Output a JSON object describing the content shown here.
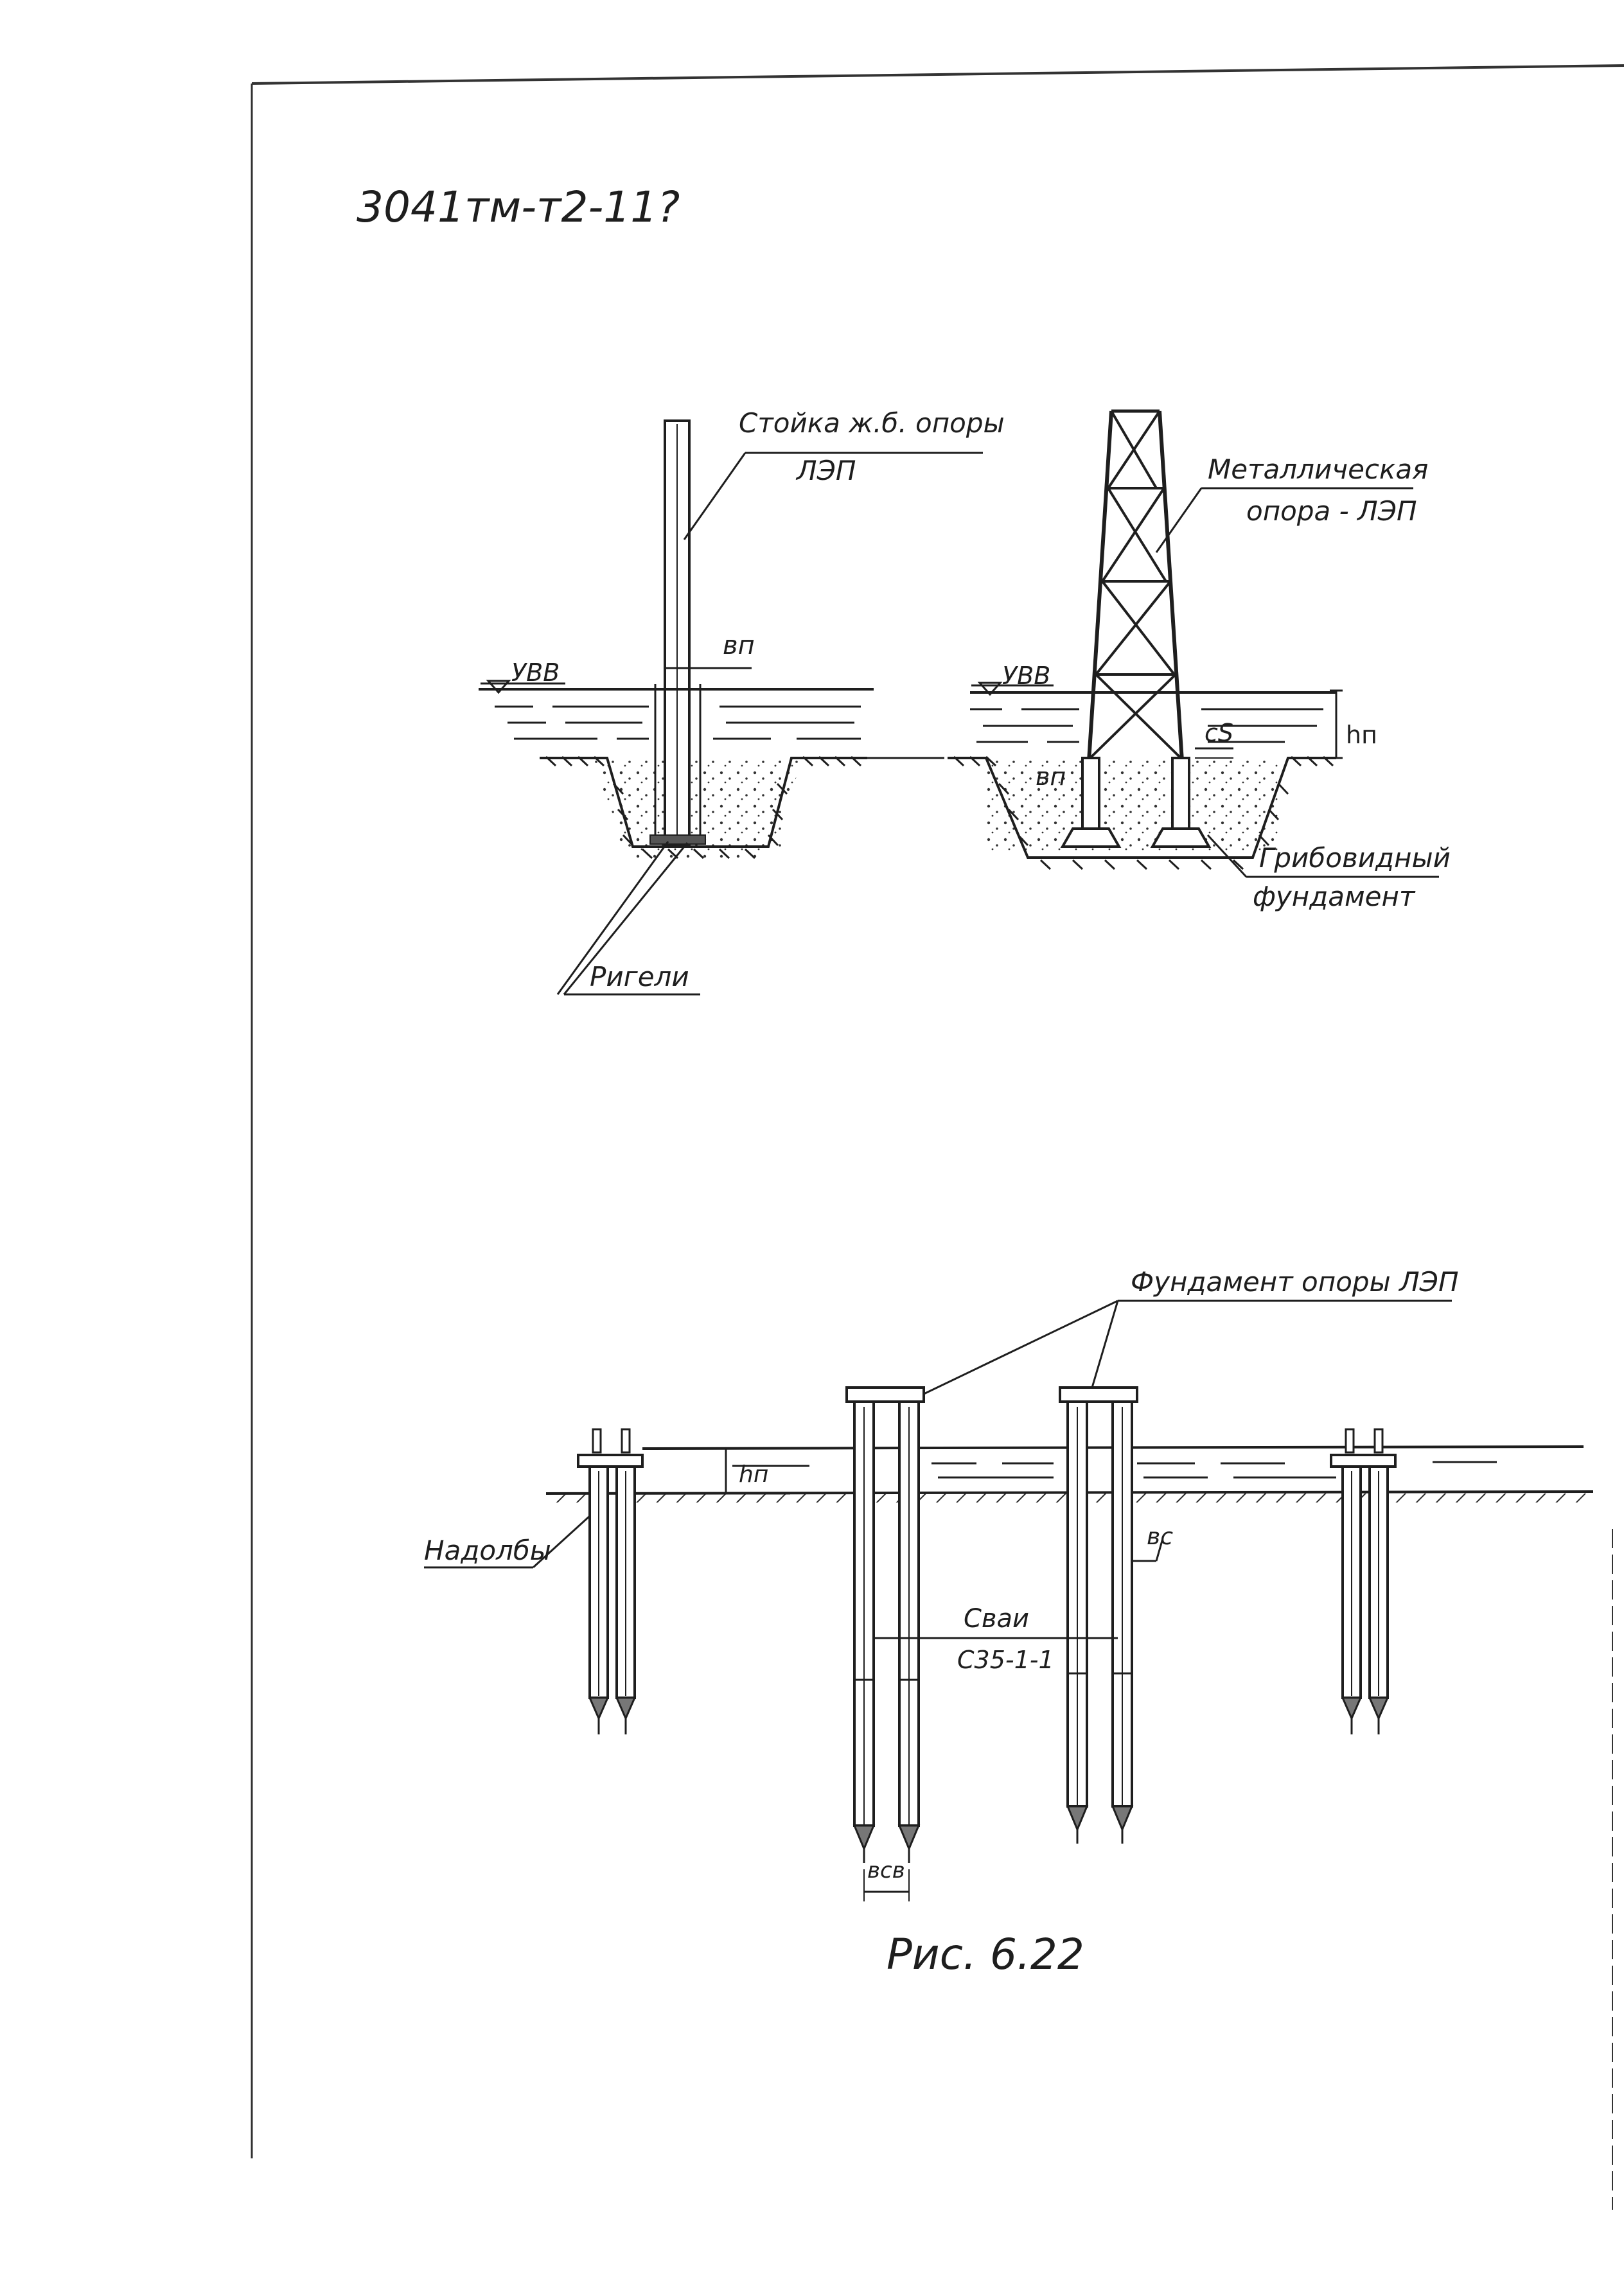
{
  "sheet": {
    "code": "3041тм-т2-11?",
    "figure_caption": "Рис. 6.22"
  },
  "upper": {
    "pole_label_line1": "Стойка ж.б. опоры",
    "pole_label_line2": "ЛЭП",
    "metal_label_line1": "Металлическая",
    "metal_label_line2": "опора - ЛЭП",
    "water_level_left": "УВВ",
    "water_level_right": "УВВ",
    "dim_width_left": "вп",
    "dim_width_right": "вп",
    "dim_height": "hп",
    "dim_clearance": "cS",
    "crossbars_label": "Ригели",
    "foundation_label_line1": "Грибовидный",
    "foundation_label_line2": "фундамент"
  },
  "lower": {
    "foundation_label": "Фундамент опоры ЛЭП",
    "bollards_label": "Надолбы",
    "dim_height": "hп",
    "dim_pile": "вс",
    "piles_label_line1": "Сваи",
    "piles_label_line2": "С35-1-1",
    "dim_spacing": "всв"
  }
}
